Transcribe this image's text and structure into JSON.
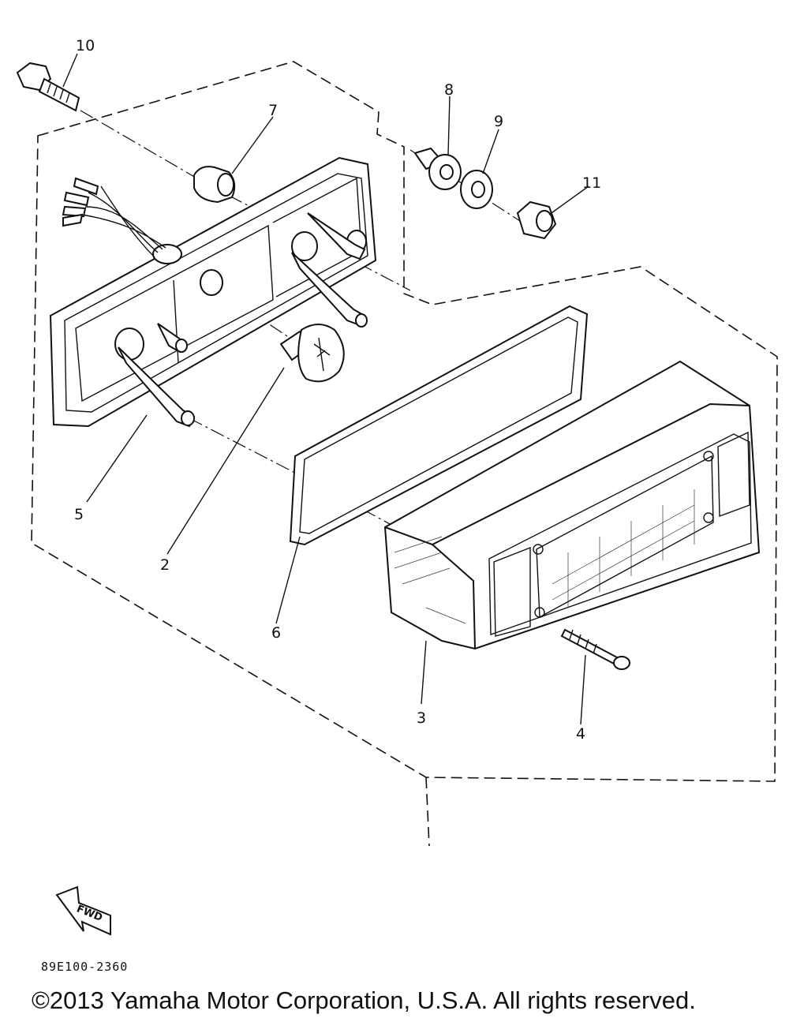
{
  "diagram": {
    "callouts": [
      {
        "id": "10",
        "label": "10"
      },
      {
        "id": "7",
        "label": "7"
      },
      {
        "id": "8",
        "label": "8"
      },
      {
        "id": "9",
        "label": "9"
      },
      {
        "id": "11",
        "label": "11"
      },
      {
        "id": "5",
        "label": "5"
      },
      {
        "id": "2",
        "label": "2"
      },
      {
        "id": "6",
        "label": "6"
      },
      {
        "id": "3",
        "label": "3"
      },
      {
        "id": "4",
        "label": "4"
      }
    ],
    "fwd_label": "FWD",
    "drawing_code": "89E100-2360",
    "copyright": "©2013 Yamaha Motor Corporation, U.S.A. All rights reserved."
  }
}
